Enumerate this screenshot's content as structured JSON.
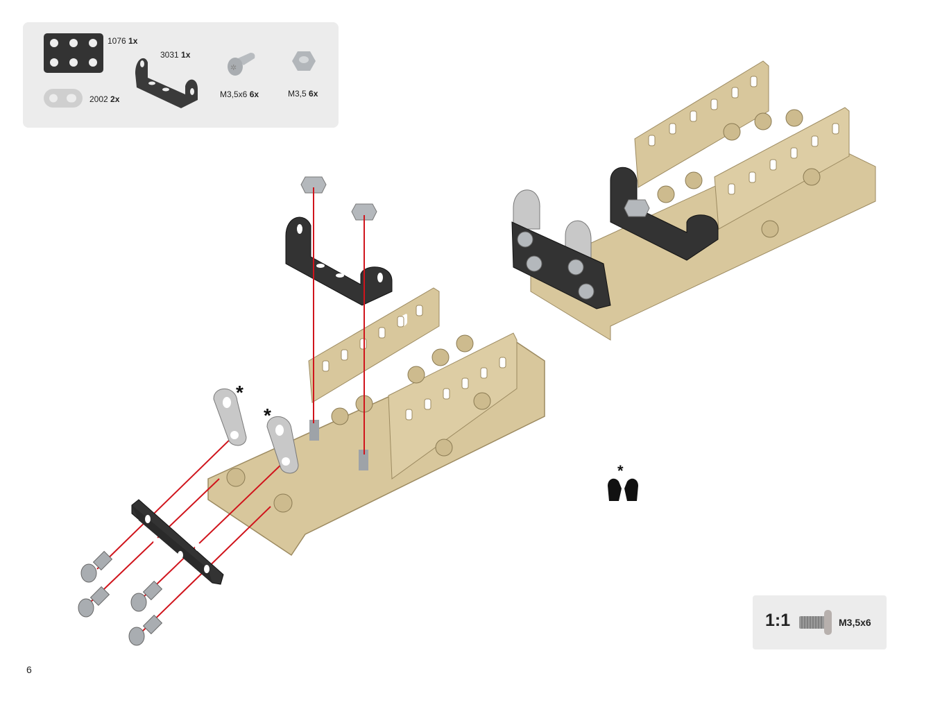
{
  "parts": [
    {
      "number": "1076",
      "qty": "1x",
      "icon": "plate-6-hole"
    },
    {
      "number": "3031",
      "qty": "1x",
      "icon": "u-bracket"
    },
    {
      "number": "M3,5x6",
      "qty": "6x",
      "icon": "screw"
    },
    {
      "number": "M3,5",
      "qty": "6x",
      "icon": "hex-nut"
    },
    {
      "number": "2002",
      "qty": "2x",
      "icon": "washer-2-hole"
    }
  ],
  "annotations": {
    "asterisk": "*"
  },
  "scale": {
    "ratio": "1:1",
    "label": "M3,5x6"
  },
  "page_number": "6",
  "colors": {
    "tan": "#d8c79c",
    "black_part": "#333333",
    "steel": "#b4b8bc",
    "guide_line": "#d0141c",
    "panel": "#ececec"
  }
}
